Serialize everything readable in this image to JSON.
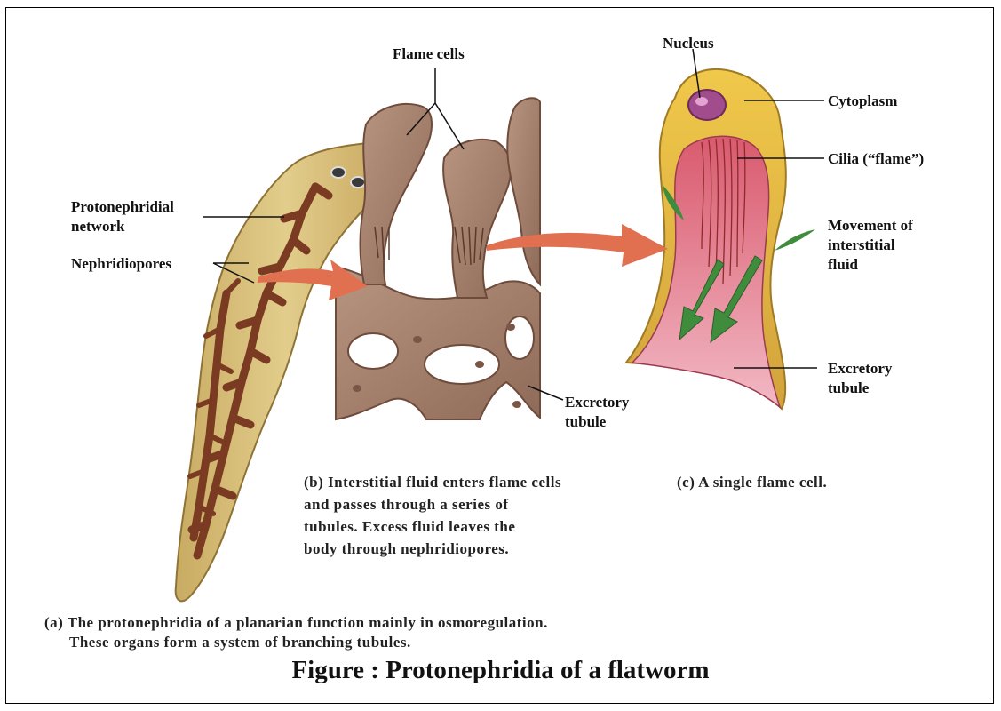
{
  "labels": {
    "flame_cells": "Flame cells",
    "protonephridial_1": "Protonephridial",
    "protonephridial_2": "network",
    "nephridiopores": "Nephridiopores",
    "excretory_b_1": "Excretory",
    "excretory_b_2": "tubule",
    "nucleus": "Nucleus",
    "cytoplasm": "Cytoplasm",
    "cilia": "Cilia (“flame”)",
    "movement_1": "Movement of",
    "movement_2": "interstitial",
    "movement_3": "fluid",
    "excretory_c_1": "Excretory",
    "excretory_c_2": "tubule"
  },
  "captions": {
    "b_lines": [
      "(b) Interstitial fluid enters flame cells",
      "and passes through a series of",
      "tubules. Excess fluid leaves the",
      "body through nephridiopores."
    ],
    "c": "(c) A single flame cell.",
    "a_lines": [
      "(a) The protonephridia of a planarian  function mainly in osmoregulation.",
      "These organs form a system of  branching tubules."
    ]
  },
  "title": "Figure : Protonephridia of a flatworm",
  "colors": {
    "worm_body": "#d9c07a",
    "worm_network": "#7a3b22",
    "tubule_tissue": "#a8826c",
    "flame_cell_cytoplasm": "#e5bb3e",
    "flame_cell_lumen": "#e6879a",
    "nucleus": "#a14c8c",
    "arrow": "#e0704f",
    "fluid_arrow": "#3f8d3c"
  }
}
